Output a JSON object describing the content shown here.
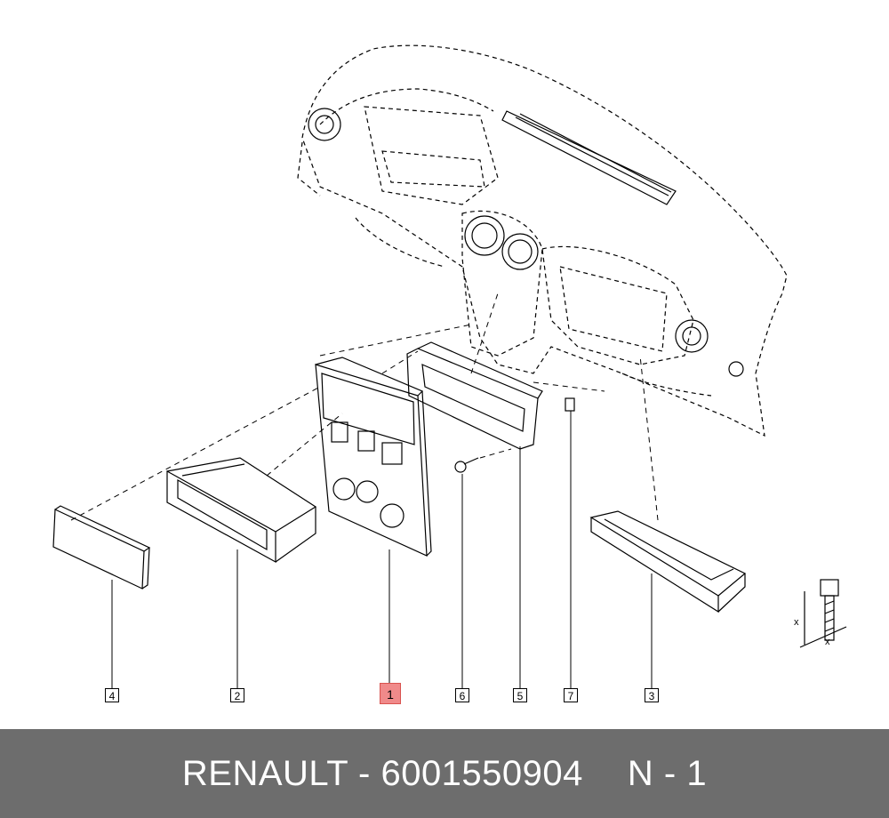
{
  "callouts": [
    {
      "id": "4",
      "highlighted": false
    },
    {
      "id": "2",
      "highlighted": false
    },
    {
      "id": "1",
      "highlighted": true
    },
    {
      "id": "6",
      "highlighted": false
    },
    {
      "id": "5",
      "highlighted": false
    },
    {
      "id": "7",
      "highlighted": false
    },
    {
      "id": "3",
      "highlighted": false
    }
  ],
  "fastener_dim_label": "x",
  "footer": {
    "brand_part": "RENAULT - 6001550904",
    "quantity": "N - 1"
  },
  "colors": {
    "highlight": "#f08a8a",
    "footer_bg": "#6d6d6d",
    "footer_text": "#ffffff"
  }
}
